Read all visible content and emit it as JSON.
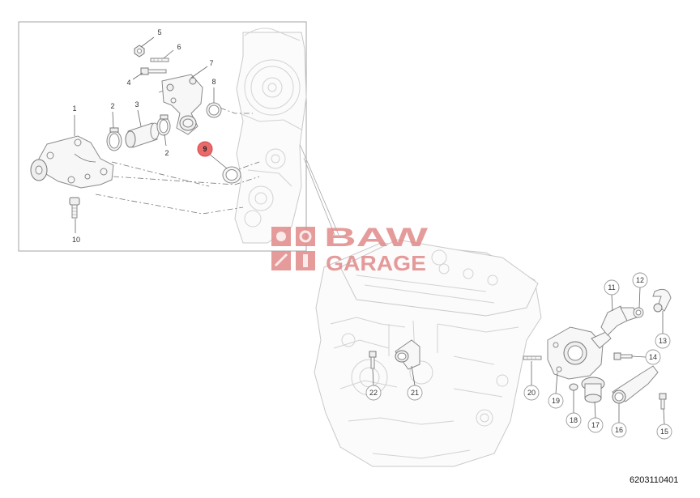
{
  "document_number": "6203110401",
  "watermark": {
    "line1": "BAW",
    "line2": "GARAGE"
  },
  "highlight_color": "#e86a6a",
  "watermark_color": "#e28a8a",
  "callouts": [
    {
      "id": "c5",
      "label": "5",
      "highlighted": false
    },
    {
      "id": "c6",
      "label": "6",
      "highlighted": false
    },
    {
      "id": "c7",
      "label": "7",
      "highlighted": false
    },
    {
      "id": "c4",
      "label": "4",
      "highlighted": false
    },
    {
      "id": "c8",
      "label": "8",
      "highlighted": false
    },
    {
      "id": "c1",
      "label": "1",
      "highlighted": false
    },
    {
      "id": "c2a",
      "label": "2",
      "highlighted": false
    },
    {
      "id": "c3",
      "label": "3",
      "highlighted": false
    },
    {
      "id": "c2b",
      "label": "2",
      "highlighted": false
    },
    {
      "id": "c9",
      "label": "9",
      "highlighted": true
    },
    {
      "id": "c10",
      "label": "10",
      "highlighted": false
    },
    {
      "id": "c11",
      "label": "11",
      "highlighted": false
    },
    {
      "id": "c12",
      "label": "12",
      "highlighted": false
    },
    {
      "id": "c13",
      "label": "13",
      "highlighted": false
    },
    {
      "id": "c14",
      "label": "14",
      "highlighted": false
    },
    {
      "id": "c15",
      "label": "15",
      "highlighted": false
    },
    {
      "id": "c16",
      "label": "16",
      "highlighted": false
    },
    {
      "id": "c17",
      "label": "17",
      "highlighted": false
    },
    {
      "id": "c18",
      "label": "18",
      "highlighted": false
    },
    {
      "id": "c19",
      "label": "19",
      "highlighted": false
    },
    {
      "id": "c20",
      "label": "20",
      "highlighted": false
    },
    {
      "id": "c21",
      "label": "21",
      "highlighted": false
    },
    {
      "id": "c22",
      "label": "22",
      "highlighted": false
    }
  ]
}
